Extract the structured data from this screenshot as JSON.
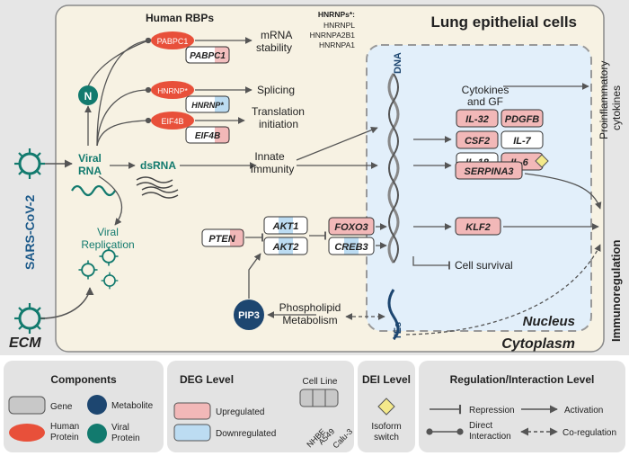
{
  "regions": {
    "ecm": "ECM",
    "cell": "Lung epithelial cells",
    "cytoplasm": "Cytoplasm",
    "nucleus": "Nucleus"
  },
  "virus": "SARS-CoV-2",
  "human_rbps_title": "Human RBPs",
  "hnrnps_note": {
    "title": "HNRNPs*:",
    "items": [
      "HNRNPL",
      "HNRNPA2B1",
      "HNRNPA1"
    ]
  },
  "rbps": [
    {
      "protein": "PABPC1",
      "gene": "PABPC1",
      "process": [
        "mRNA",
        "stability"
      ]
    },
    {
      "protein": "HNRNP*",
      "gene": "HNRNP*",
      "process": [
        "Splicing"
      ]
    },
    {
      "protein": "EIF4B",
      "gene": "EIF4B",
      "process": [
        "Translation",
        "initiation"
      ]
    }
  ],
  "viral_protein": "N",
  "viral_rna": [
    "Viral",
    "RNA"
  ],
  "dsrna": "dsRNA",
  "innate_immunity": [
    "Innate",
    "Immunity"
  ],
  "viral_replication": [
    "Viral",
    "Replication"
  ],
  "dna_label": "DNA",
  "tes_label": "TEs",
  "cytokines_gf": [
    "Cytokines",
    "and GF"
  ],
  "cytokine_genes": [
    "IL-32",
    "PDGFB",
    "CSF2",
    "IL-7",
    "IL-18",
    "IL-6"
  ],
  "serpina3": "SERPINA3",
  "pten": "PTEN",
  "akt": [
    "AKT1",
    "AKT2"
  ],
  "foxo": [
    "FOXO3",
    "CREB3"
  ],
  "klf2": "KLF2",
  "cell_survival": "Cell survival",
  "pip3": "PIP3",
  "phospholipid": [
    "Phospholipid",
    "Metabolism"
  ],
  "proinflammatory": [
    "Proinflammatory",
    "cytokines"
  ],
  "immunoregulation": "Immunoregulation",
  "legend": {
    "components": {
      "title": "Components",
      "gene": "Gene",
      "metabolite": "Metabolite",
      "human_protein": [
        "Human",
        "Protein"
      ],
      "viral_protein": [
        "Viral",
        "Protein"
      ]
    },
    "deg": {
      "title": "DEG Level",
      "up": "Upregulated",
      "down": "Downregulated",
      "cell_line": "Cell Line",
      "lines": [
        "NHBE",
        "A549",
        "Calu-3"
      ]
    },
    "dei": {
      "title": "DEI Level",
      "isoform": [
        "Isoform",
        "switch"
      ]
    },
    "regulation": {
      "title": "Regulation/Interaction Level",
      "repression": "Repression",
      "activation": "Activation",
      "direct": [
        "Direct",
        "Interaction"
      ],
      "coreg": "Co-regulation"
    }
  },
  "colors": {
    "up": "#f2b8b8",
    "down": "#bcdcf2",
    "human_protein": "#e8503a",
    "viral_protein": "#127a6e",
    "metabolite": "#1d4670",
    "ecm_bg": "#e6e6e6",
    "cell_bg": "#f7f2e3",
    "nucleus_bg": "#e2effa",
    "isoform": "#f4e98a"
  }
}
